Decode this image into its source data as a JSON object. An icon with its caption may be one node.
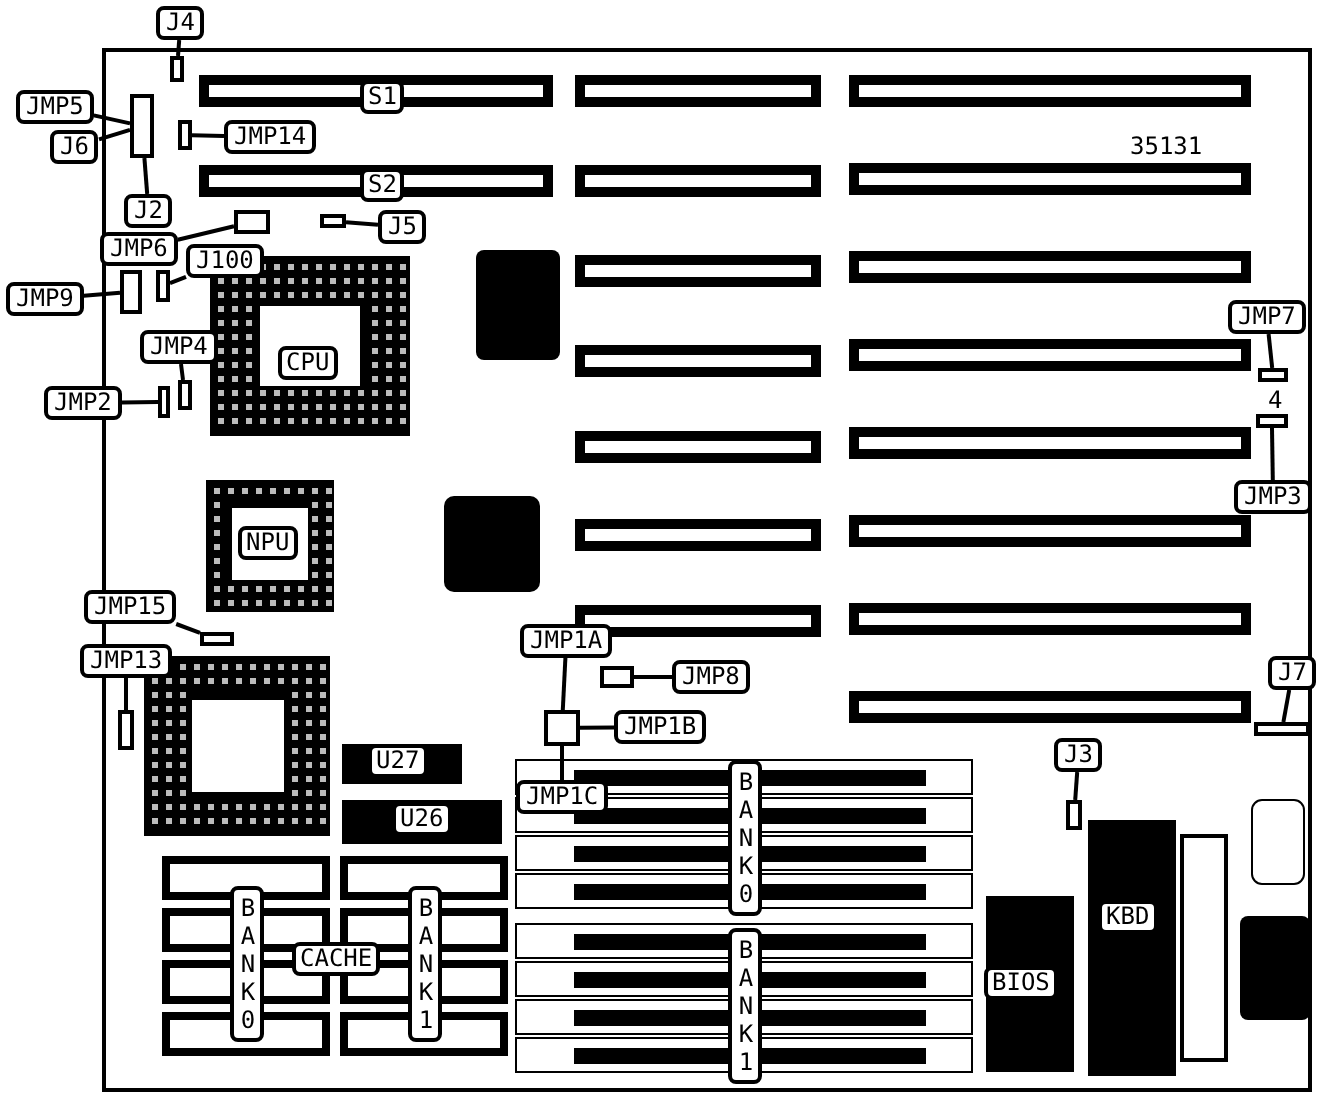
{
  "diagram": {
    "nodes": [
      {
        "text": [
          "J4"
        ]
      },
      {
        "text": [],
        "shape": "box"
      },
      {
        "text": [
          "JMP5"
        ]
      },
      {
        "text": [],
        "shape": "box"
      },
      {
        "text": [
          "J6"
        ]
      },
      {
        "text": [
          "JMP14"
        ]
      },
      {
        "text": [],
        "shape": "box"
      },
      {
        "text": [
          "J2"
        ]
      },
      {
        "text": [
          "J5"
        ]
      },
      {
        "text": [],
        "shape": "box"
      },
      {
        "text": [
          "JMP6"
        ]
      },
      {
        "text": [],
        "shape": "box"
      },
      {
        "text": [
          "J100"
        ]
      },
      {
        "text": [],
        "shape": "box"
      },
      {
        "text": [
          "JMP9"
        ]
      },
      {
        "text": [],
        "shape": "box"
      },
      {
        "text": [
          "JMP7"
        ]
      },
      {
        "text": [],
        "shape": "box"
      },
      {
        "text": [
          "JMP4"
        ]
      },
      {
        "text": [],
        "shape": "box"
      },
      {
        "text": [
          "JMP2"
        ]
      },
      {
        "text": [],
        "shape": "box"
      },
      {
        "text": [
          "JMP3"
        ]
      },
      {
        "text": [],
        "shape": "box"
      },
      {
        "text": [
          "JMP15"
        ]
      },
      {
        "text": [],
        "shape": "box"
      },
      {
        "text": [
          "JMP1A"
        ]
      },
      {
        "text": [],
        "shape": "box"
      },
      {
        "text": [
          "JMP13"
        ]
      },
      {
        "text": [],
        "shape": "box"
      },
      {
        "text": [
          "JMP8"
        ]
      },
      {
        "text": [],
        "shape": "box"
      },
      {
        "text": [
          "J7"
        ]
      },
      {
        "text": [],
        "shape": "box"
      },
      {
        "text": [
          "JMP1B"
        ]
      },
      {
        "text": [
          "J3"
        ]
      },
      {
        "text": [],
        "shape": "box"
      },
      {
        "text": [
          "JMP1C"
        ]
      },
      {
        "text": [
          "S1"
        ]
      },
      {
        "text": [
          "S2"
        ]
      },
      {
        "text": [
          "CPU"
        ]
      },
      {
        "text": [
          "NPU"
        ]
      },
      {
        "text": [
          "U27"
        ]
      },
      {
        "text": [
          "U26"
        ]
      },
      {
        "text": [
          "BANK0"
        ]
      },
      {
        "text": [
          "BANK0"
        ]
      },
      {
        "text": [
          "CACHE"
        ]
      },
      {
        "text": [
          "BANK1"
        ]
      },
      {
        "text": [
          "BANK1"
        ]
      },
      {
        "text": [
          "BIOS"
        ]
      },
      {
        "text": [
          "KBD"
        ]
      }
    ],
    "edges": [
      {
        "from": 0,
        "to": 1,
        "arrow": "none"
      },
      {
        "from": 2,
        "to": 3,
        "arrow": "none"
      },
      {
        "from": 4,
        "to": 3,
        "arrow": "none"
      },
      {
        "from": 5,
        "to": 6,
        "arrow": "none"
      },
      {
        "from": 7,
        "to": 3,
        "arrow": "none"
      },
      {
        "from": 8,
        "to": 9,
        "arrow": "none"
      },
      {
        "from": 10,
        "to": 11,
        "arrow": "none"
      },
      {
        "from": 12,
        "to": 13,
        "arrow": "none"
      },
      {
        "from": 14,
        "to": 15,
        "arrow": "none"
      },
      {
        "from": 16,
        "to": 17,
        "arrow": "none"
      },
      {
        "from": 18,
        "to": 19,
        "arrow": "none"
      },
      {
        "from": 20,
        "to": 21,
        "arrow": "none"
      },
      {
        "from": 22,
        "to": 23,
        "arrow": "none"
      },
      {
        "from": 24,
        "to": 25,
        "arrow": "none"
      },
      {
        "from": 26,
        "to": 27,
        "arrow": "none"
      },
      {
        "from": 28,
        "to": 29,
        "arrow": "none"
      },
      {
        "from": 30,
        "to": 31,
        "arrow": "none"
      },
      {
        "from": 32,
        "to": 33,
        "arrow": "none"
      },
      {
        "from": 34,
        "to": 27,
        "arrow": "none"
      },
      {
        "from": 35,
        "to": 36,
        "arrow": "none"
      },
      {
        "from": 37,
        "to": 27,
        "arrow": "none"
      }
    ],
    "labels": [
      "35131",
      "4"
    ]
  }
}
